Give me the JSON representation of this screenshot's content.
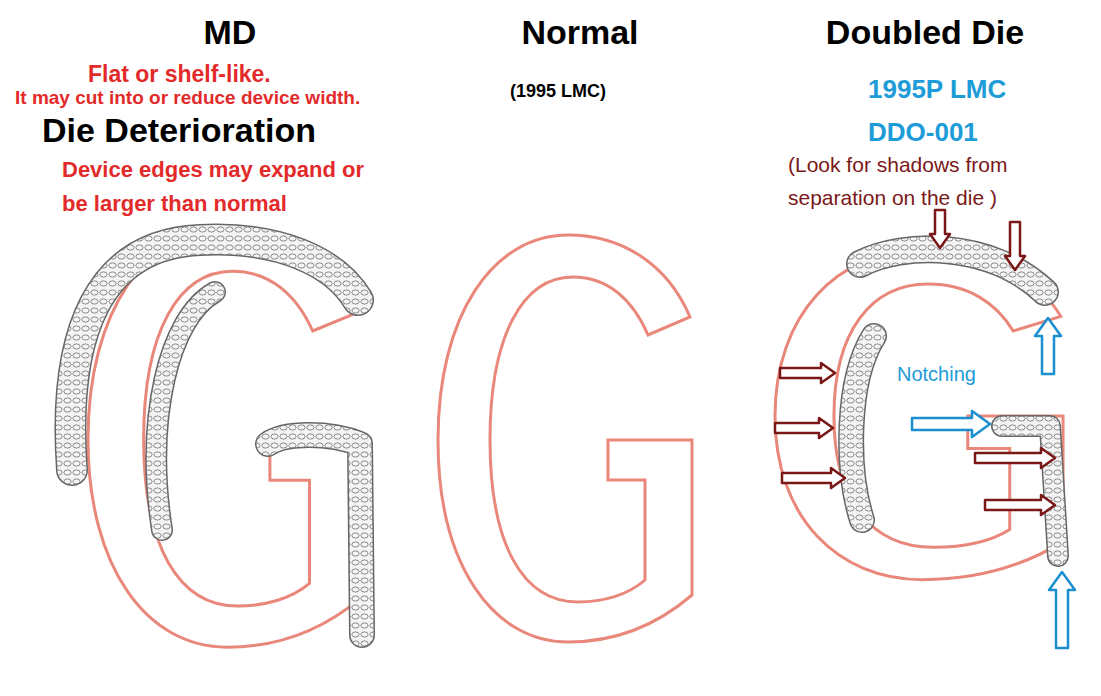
{
  "diagram": {
    "labels": [
      "MD",
      "Normal",
      "Doubled Die",
      "Flat or shelf-like.",
      "It may cut into or reduce device width.",
      "Die Deterioration",
      "Device edges may expand or be larger than normal",
      "(1995 LMC)",
      "1995P LMC",
      "DDO-001",
      "(Look for shadows from separation on the die )",
      "Notching"
    ]
  }
}
